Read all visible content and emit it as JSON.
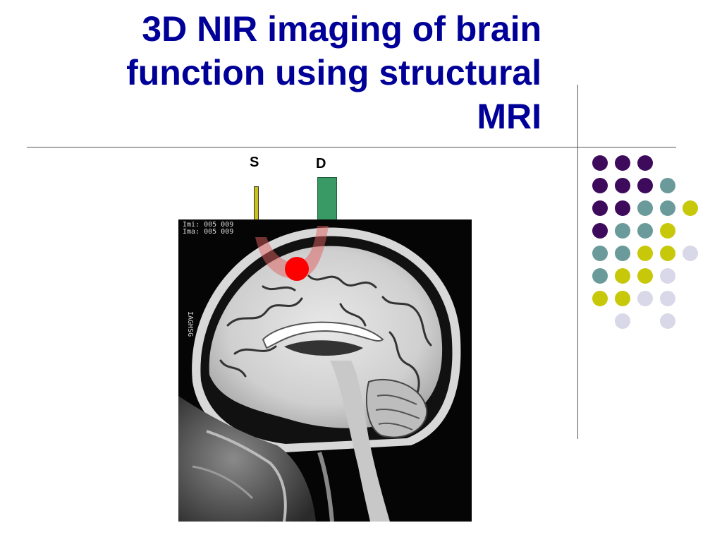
{
  "slide": {
    "title_lines": [
      "3D NIR imaging of brain",
      "function using structural",
      "MRI"
    ],
    "source_label": "S",
    "detector_label": "D",
    "mri_header_text": [
      "Imi: 005 009",
      "Ima: 005 009"
    ],
    "mri_side_text": "IAGHSG"
  },
  "colors": {
    "title": "#000099",
    "source_bar": "#c8c31a",
    "detector_bar": "#3a9a66",
    "activation_spot": "#ff0000",
    "photon_path": "#e06060",
    "dot_purple": "#3d0a5c",
    "dot_teal": "#6a9a9a",
    "dot_yellow": "#c8c80a",
    "dot_lavender": "#d8d8e8"
  },
  "dot_pattern": [
    [
      "purple",
      "purple",
      "purple",
      "",
      ""
    ],
    [
      "purple",
      "purple",
      "purple",
      "teal",
      ""
    ],
    [
      "purple",
      "purple",
      "teal",
      "teal",
      "yellow"
    ],
    [
      "purple",
      "teal",
      "teal",
      "yellow",
      ""
    ],
    [
      "teal",
      "teal",
      "yellow",
      "yellow",
      "lavender"
    ],
    [
      "teal",
      "yellow",
      "yellow",
      "lavender",
      ""
    ],
    [
      "yellow",
      "yellow",
      "lavender",
      "lavender",
      ""
    ],
    [
      "",
      "lavender",
      "",
      "lavender",
      ""
    ]
  ]
}
